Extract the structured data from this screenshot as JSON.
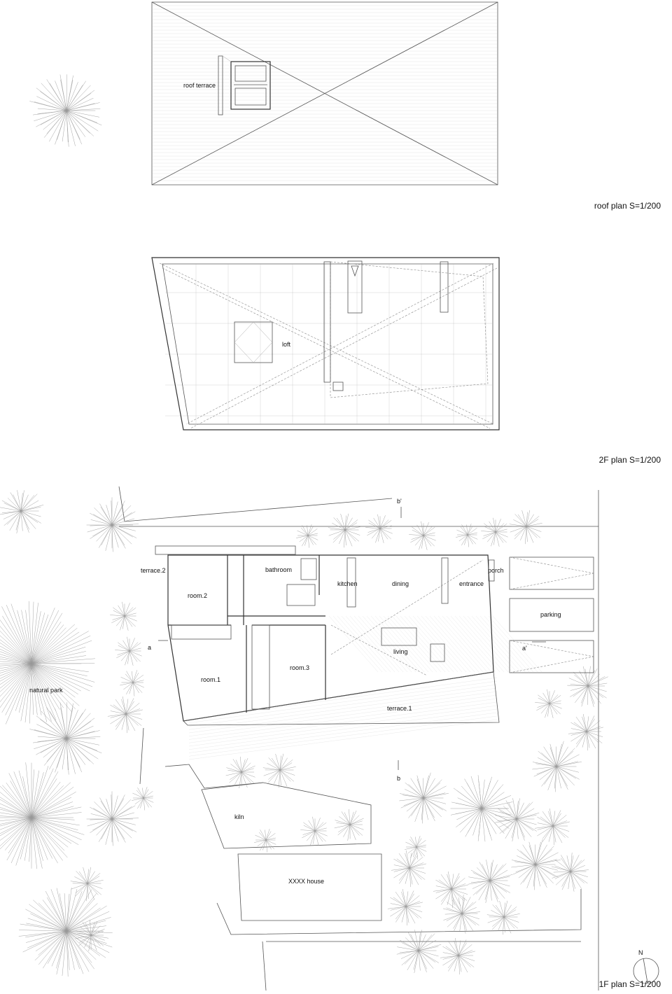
{
  "roof_plan": {
    "caption": "roof plan  S=1/200",
    "labels": {
      "roof_terrace": "roof terrace"
    }
  },
  "second_floor_plan": {
    "caption": "2F plan  S=1/200",
    "labels": {
      "loft": "loft"
    }
  },
  "first_floor_plan": {
    "caption": "1F plan  S=1/200",
    "north_label": "N",
    "section_marks": {
      "a": "a",
      "a_prime": "a'",
      "b": "b",
      "b_prime": "b'"
    },
    "rooms": {
      "terrace2": "terrace.2",
      "room2": "room.2",
      "bathroom": "bathroom",
      "kitchen": "kitchen",
      "dining": "dining",
      "entrance": "entrance",
      "porch": "porch",
      "parking": "parking",
      "room1": "room.1",
      "room3": "room.3",
      "living": "living",
      "terrace1": "terrace.1",
      "natural_park": "natural park",
      "kiln": "kiln",
      "house": "XXXX house"
    }
  }
}
